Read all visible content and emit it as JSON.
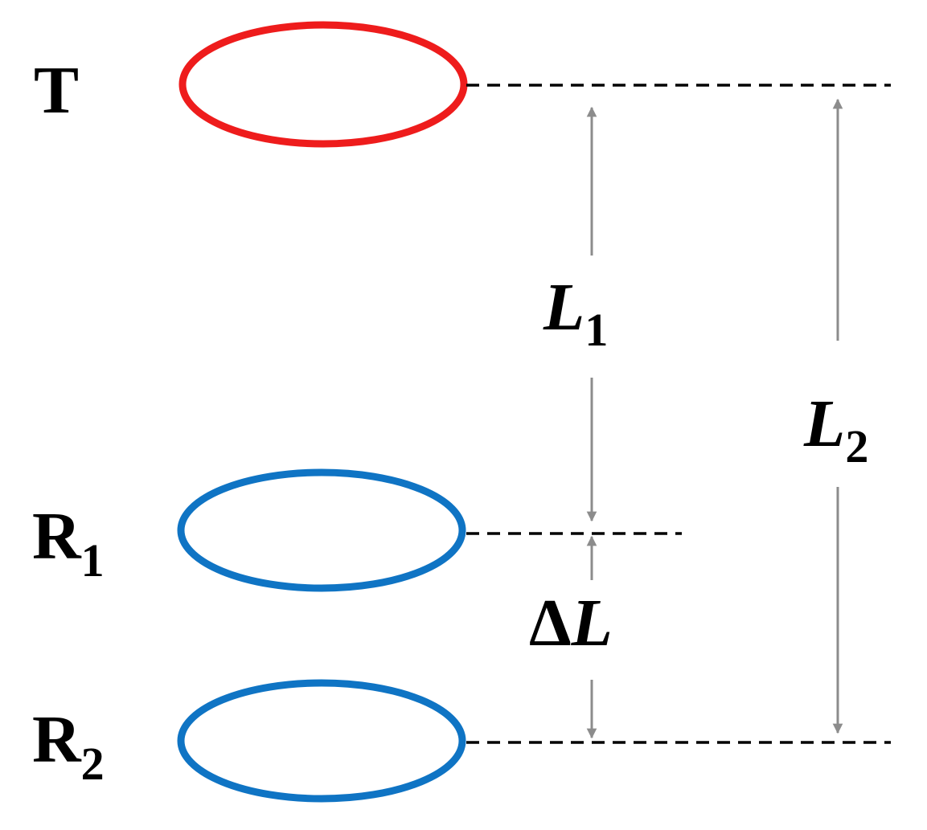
{
  "diagram": {
    "coils": [
      {
        "id": "T",
        "label": "T",
        "subscript": "",
        "role": "transmitter",
        "color": "#ee1c1c"
      },
      {
        "id": "R1",
        "label": "R",
        "subscript": "1",
        "role": "receiver",
        "color": "#0f74c4"
      },
      {
        "id": "R2",
        "label": "R",
        "subscript": "2",
        "role": "receiver",
        "color": "#0f74c4"
      }
    ],
    "dimensions": {
      "L1": {
        "symbol": "L",
        "subscript": "1",
        "from": "T",
        "to": "R1"
      },
      "L2": {
        "symbol": "L",
        "subscript": "2",
        "from": "T",
        "to": "R2"
      },
      "dL": {
        "prefix": "Δ",
        "symbol": "L",
        "from": "R1",
        "to": "R2"
      }
    },
    "colors": {
      "dashed_line": "#000000",
      "dimension_arrow": "#8c8c8c"
    }
  }
}
